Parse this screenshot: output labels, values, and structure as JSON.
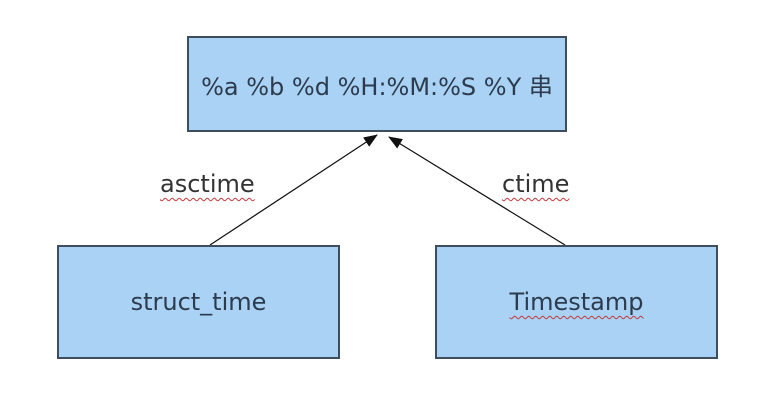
{
  "diagram": {
    "nodes": [
      {
        "id": "format-string",
        "label": "%a %b %d %H:%M:%S %Y 串"
      },
      {
        "id": "struct-time",
        "label": "struct_time"
      },
      {
        "id": "timestamp",
        "label": "Timestamp",
        "spellcheck_squiggle": true
      }
    ],
    "edges": [
      {
        "label": "asctime",
        "from": "struct_time",
        "to": "format-string",
        "arrowhead": "solid-triangle",
        "spellcheck_squiggle": true
      },
      {
        "label": "ctime",
        "from": "Timestamp",
        "to": "format-string",
        "arrowhead": "solid-triangle",
        "spellcheck_squiggle": true
      }
    ],
    "colors": {
      "node_fill": "#a9d2f4",
      "node_border": "#3f4e5e",
      "node_text": "#2c3b4d",
      "edge_label_text": "#333333",
      "arrow": "#111111",
      "squiggle_underline": "#c03a3a",
      "background": "#ffffff"
    }
  }
}
